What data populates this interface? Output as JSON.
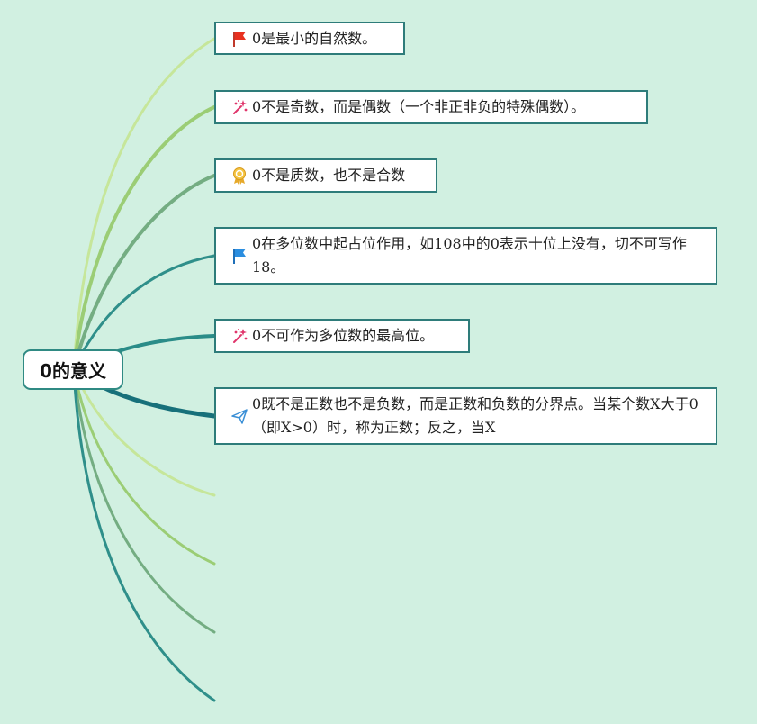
{
  "root": {
    "label": "0的意义"
  },
  "nodes": [
    {
      "id": "n1",
      "icon": "red-flag-icon",
      "text": "0是最小的自然数。"
    },
    {
      "id": "n2",
      "icon": "sparkle-wand-icon",
      "text": "0不是奇数，而是偶数（一个非正非负的特殊偶数）。"
    },
    {
      "id": "n3",
      "icon": "award-ribbon-icon",
      "text": "0不是质数，也不是合数"
    },
    {
      "id": "n4",
      "icon": "blue-flag-icon",
      "text": "0在多位数中起占位作用，如108中的0表示十位上没有，切不可写作18。"
    },
    {
      "id": "n5",
      "icon": "sparkle-wand-icon",
      "text": "0不可作为多位数的最高位。"
    },
    {
      "id": "n6",
      "icon": "paper-plane-icon",
      "text": "0既不是正数也不是负数，而是正数和负数的分界点。当某个数X大于0（即X>0）时，称为正数；反之，当X"
    }
  ],
  "colors": {
    "background": "#d1f0e1",
    "node_border": "#2e7c7a",
    "branch_light": "#c6e69a",
    "branch_mid": "#9bcd75",
    "branch_sage": "#74ad82",
    "branch_teal": "#2f8f8a",
    "branch_dark": "#17707a"
  }
}
